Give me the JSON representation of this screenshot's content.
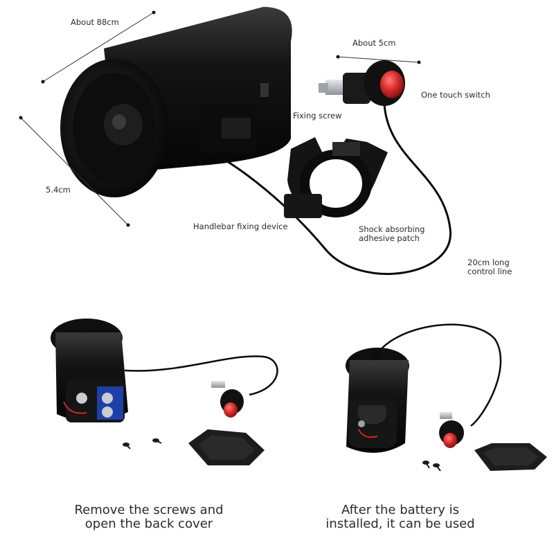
{
  "top_labels": {
    "length": "About 88cm",
    "switch_size": "About 5cm",
    "switch": "One touch switch",
    "fixing_screw": "Fixing screw",
    "diameter": "5.4cm",
    "handlebar_fixing": "Handlebar fixing device",
    "shock_patch_line1": "Shock absorbing",
    "shock_patch_line2": "adhesive patch",
    "control_line_line1": "20cm long",
    "control_line_line2": "control line"
  },
  "captions": {
    "left_line1": "Remove the screws and",
    "left_line2": "open the back cover",
    "right_line1": "After the battery is",
    "right_line2": "installed, it can be used"
  },
  "colors": {
    "housing": "#111111",
    "switch_red": "#d92b2b",
    "metal": "#b8bcc2"
  }
}
